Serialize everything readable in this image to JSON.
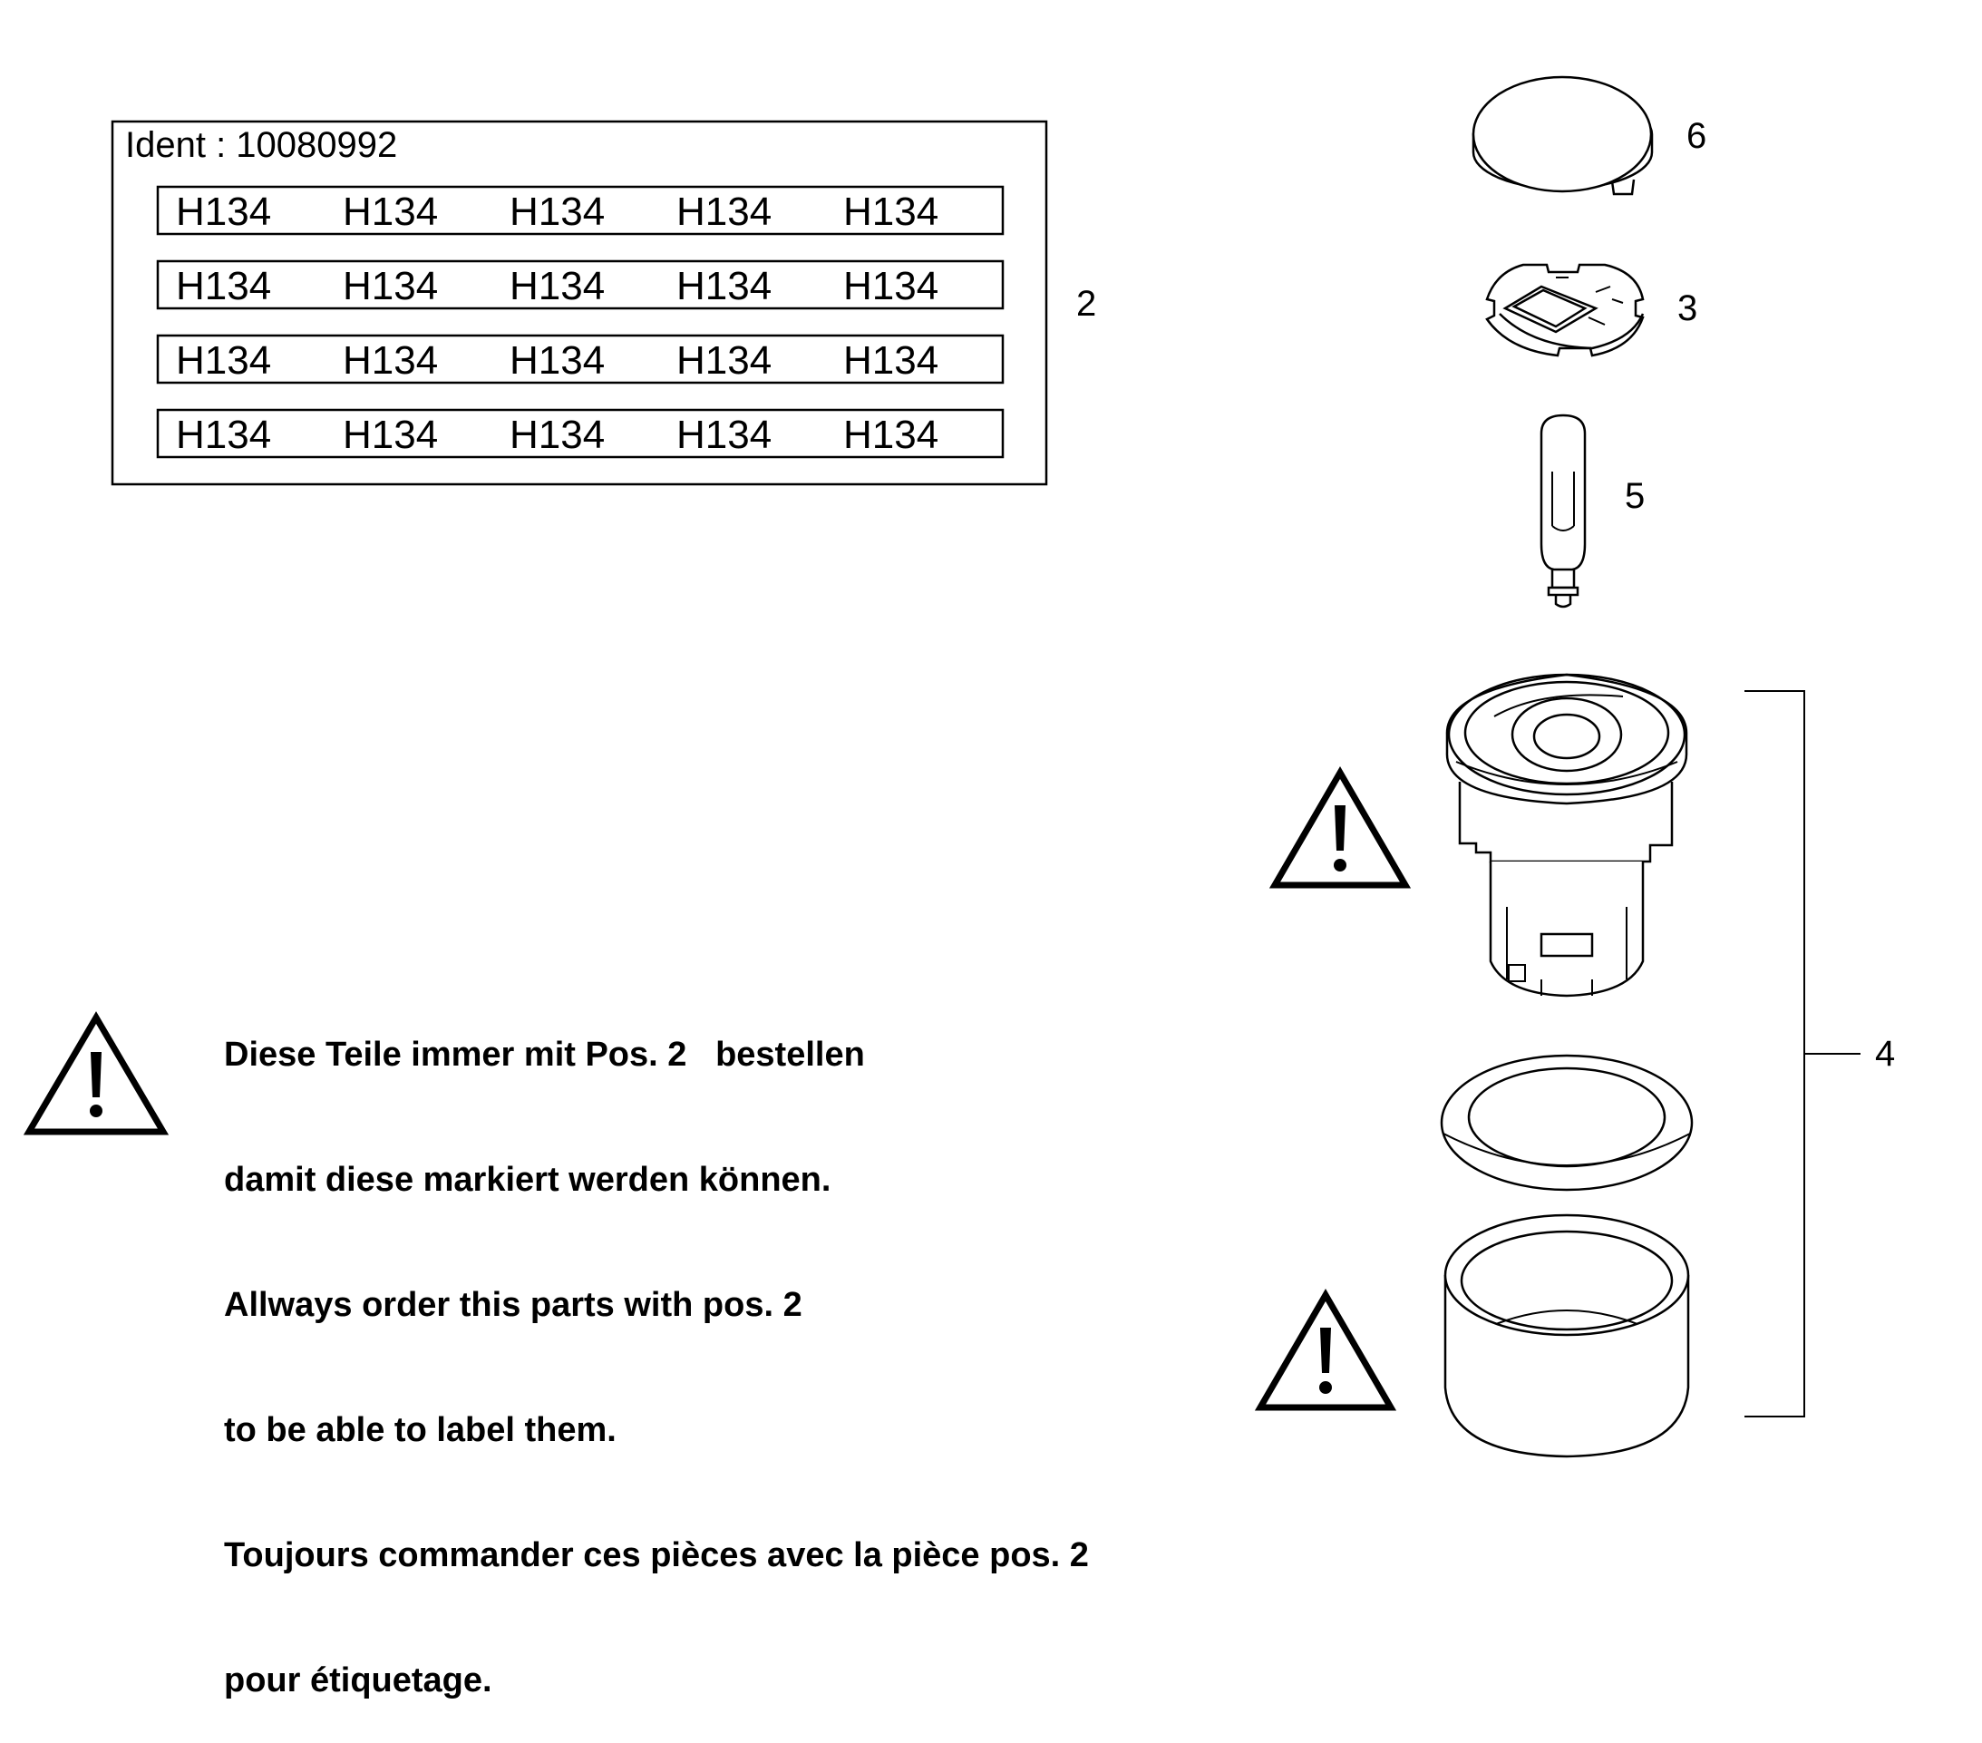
{
  "label_sheet": {
    "ident": "Ident : 10080992",
    "rows": [
      [
        "H134",
        "H134",
        "H134",
        "H134",
        "H134"
      ],
      [
        "H134",
        "H134",
        "H134",
        "H134",
        "H134"
      ],
      [
        "H134",
        "H134",
        "H134",
        "H134",
        "H134"
      ],
      [
        "H134",
        "H134",
        "H134",
        "H134",
        "H134"
      ]
    ]
  },
  "callouts": {
    "pos2": "2",
    "pos3": "3",
    "pos4": "4",
    "pos5": "5",
    "pos6": "6"
  },
  "note": {
    "lines": [
      "Diese Teile immer mit Pos. 2   bestellen",
      "damit diese markiert werden können.",
      "Allways order this parts with pos. 2",
      "to be able to label them.",
      "Toujours commander ces pièces avec la pièce pos. 2",
      "pour étiquetage."
    ]
  },
  "icons": {
    "warning": "warning-triangle-icon"
  }
}
